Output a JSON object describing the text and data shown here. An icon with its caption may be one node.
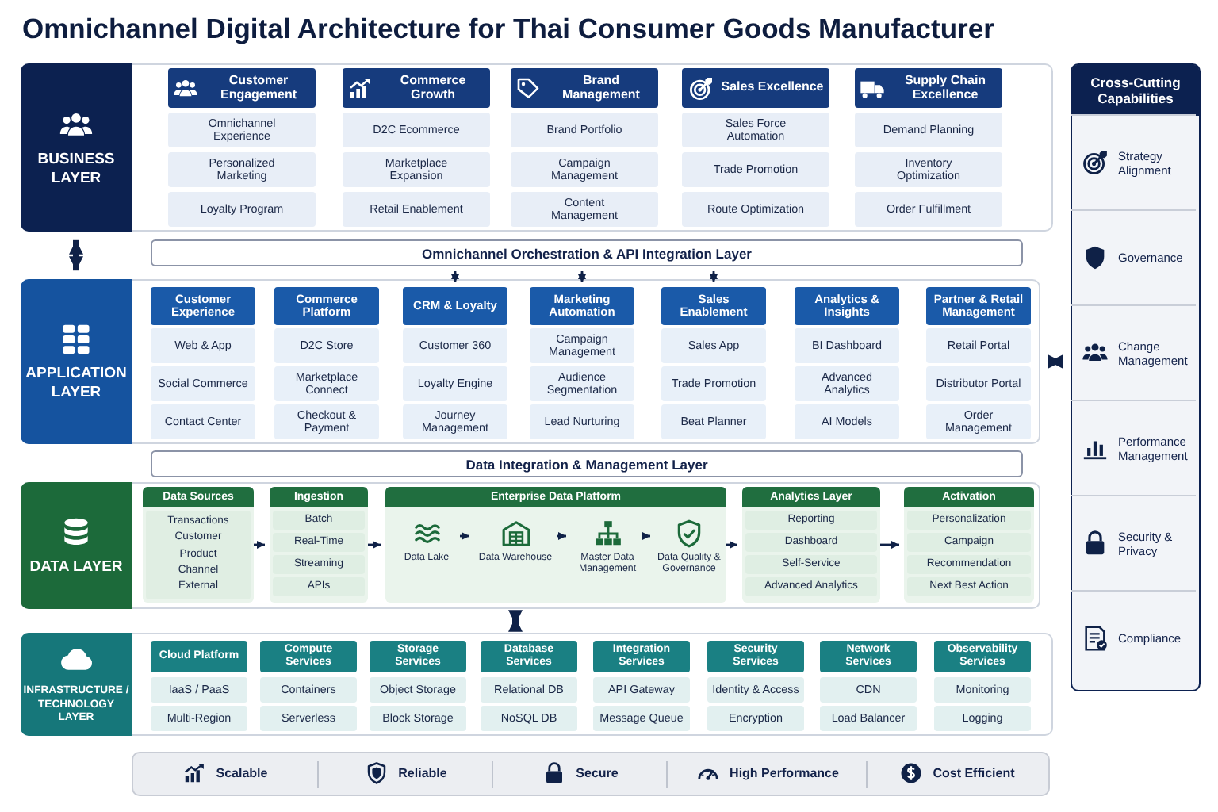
{
  "diagram": {
    "title": "Omnichannel Digital Architecture for Thai Consumer Goods Manufacturer",
    "nodes": [
      {
        "text": [
          "BUSINESS LAYER"
        ]
      },
      {
        "text": [
          "Customer Engagement"
        ],
        "in": 0
      },
      {
        "text": [
          "Omnichannel Experience"
        ],
        "in": 0
      },
      {
        "text": [
          "Personalized Marketing"
        ],
        "in": 0
      },
      {
        "text": [
          "Loyalty Program"
        ],
        "in": 0
      },
      {
        "text": [
          "Commerce Growth"
        ],
        "in": 0
      },
      {
        "text": [
          "D2C Ecommerce"
        ],
        "in": 0
      },
      {
        "text": [
          "Marketplace Expansion"
        ],
        "in": 0
      },
      {
        "text": [
          "Retail Enablement"
        ],
        "in": 0
      },
      {
        "text": [
          "Brand Management"
        ],
        "in": 0
      },
      {
        "text": [
          "Brand Portfolio"
        ],
        "in": 0
      },
      {
        "text": [
          "Campaign Management"
        ],
        "in": 0
      },
      {
        "text": [
          "Content Management"
        ],
        "in": 0
      },
      {
        "text": [
          "Sales Excellence"
        ],
        "in": 0
      },
      {
        "text": [
          "Sales Force Automation"
        ],
        "in": 0
      },
      {
        "text": [
          "Trade Promotion"
        ],
        "in": 0
      },
      {
        "text": [
          "Route Optimization"
        ],
        "in": 0
      },
      {
        "text": [
          "Supply Chain Excellence"
        ],
        "in": 0
      },
      {
        "text": [
          "Demand Planning"
        ],
        "in": 0
      },
      {
        "text": [
          "Inventory Optimization"
        ],
        "in": 0
      },
      {
        "text": [
          "Order Fulfillment"
        ],
        "in": 0
      },
      {
        "text": [
          "Omnichannel Orchestration & API Integration Layer"
        ]
      },
      {
        "text": [
          "APPLICATION LAYER"
        ]
      },
      {
        "text": [
          "Customer Experience"
        ],
        "in": 22
      },
      {
        "text": [
          "Web & App"
        ],
        "in": 22
      },
      {
        "text": [
          "Social Commerce"
        ],
        "in": 22
      },
      {
        "text": [
          "Contact Center"
        ],
        "in": 22
      },
      {
        "text": [
          "Commerce Platform"
        ],
        "in": 22
      },
      {
        "text": [
          "D2C Store"
        ],
        "in": 22
      },
      {
        "text": [
          "Marketplace Connect"
        ],
        "in": 22
      },
      {
        "text": [
          "Checkout & Payment"
        ],
        "in": 22
      },
      {
        "text": [
          "CRM & Loyalty"
        ],
        "in": 22
      },
      {
        "text": [
          "Customer 360"
        ],
        "in": 22
      },
      {
        "text": [
          "Loyalty Engine"
        ],
        "in": 22
      },
      {
        "text": [
          "Journey Management"
        ],
        "in": 22
      },
      {
        "text": [
          "Marketing Automation"
        ],
        "in": 22
      },
      {
        "text": [
          "Campaign Management"
        ],
        "in": 22
      },
      {
        "text": [
          "Audience Segmentation"
        ],
        "in": 22
      },
      {
        "text": [
          "Lead Nurturing"
        ],
        "in": 22
      },
      {
        "text": [
          "Sales Enablement"
        ],
        "in": 22
      },
      {
        "text": [
          "Sales App"
        ],
        "in": 22
      },
      {
        "text": [
          "Trade Promotion"
        ],
        "in": 22
      },
      {
        "text": [
          "Beat Planner"
        ],
        "in": 22
      },
      {
        "text": [
          "Analytics & Insights"
        ],
        "in": 22
      },
      {
        "text": [
          "BI Dashboard"
        ],
        "in": 22
      },
      {
        "text": [
          "Advanced Analytics"
        ],
        "in": 22
      },
      {
        "text": [
          "AI Models"
        ],
        "in": 22
      },
      {
        "text": [
          "Partner & Retail Management"
        ],
        "in": 22
      },
      {
        "text": [
          "Retail Portal"
        ],
        "in": 22
      },
      {
        "text": [
          "Distributor Portal"
        ],
        "in": 22
      },
      {
        "text": [
          "Order Management"
        ],
        "in": 22
      },
      {
        "text": [
          "Data Integration & Management Layer"
        ]
      },
      {
        "text": [
          "DATA LAYER"
        ]
      },
      {
        "text": [
          "Data Sources",
          "Transactions",
          "Customer",
          "Product",
          "Channel",
          "External"
        ],
        "in": 52
      },
      {
        "text": [
          "Ingestion"
        ],
        "in": 52
      },
      {
        "text": [
          "Batch"
        ],
        "in": 54
      },
      {
        "text": [
          "Real-Time"
        ],
        "in": 54
      },
      {
        "text": [
          "Streaming"
        ],
        "in": 54
      },
      {
        "text": [
          "APIs"
        ],
        "in": 54
      },
      {
        "text": [
          "Enterprise Data Platform"
        ],
        "in": 52
      },
      {
        "text": [
          "Data Lake"
        ],
        "in": 59
      },
      {
        "text": [
          "Data Warehouse"
        ],
        "in": 59
      },
      {
        "text": [
          "Master Data Management"
        ],
        "in": 59
      },
      {
        "text": [
          "Data Quality & Governance"
        ],
        "in": 59
      },
      {
        "text": [
          "Analytics Layer"
        ],
        "in": 52
      },
      {
        "text": [
          "Reporting"
        ],
        "in": 64
      },
      {
        "text": [
          "Dashboard"
        ],
        "in": 64
      },
      {
        "text": [
          "Self-Service"
        ],
        "in": 64
      },
      {
        "text": [
          "Advanced Analytics"
        ],
        "in": 64
      },
      {
        "text": [
          "Activation"
        ],
        "in": 52
      },
      {
        "text": [
          "Personalization"
        ],
        "in": 69
      },
      {
        "text": [
          "Campaign"
        ],
        "in": 69
      },
      {
        "text": [
          "Recommendation"
        ],
        "in": 69
      },
      {
        "text": [
          "Next Best Action"
        ],
        "in": 69
      },
      {
        "text": [
          "INFRASTRUCTURE / TECHNOLOGY LAYER"
        ]
      },
      {
        "text": [
          "Cloud Platform"
        ],
        "in": 74
      },
      {
        "text": [
          "IaaS / PaaS"
        ],
        "in": 74
      },
      {
        "text": [
          "Multi-Region"
        ],
        "in": 74
      },
      {
        "text": [
          "Compute Services"
        ],
        "in": 74
      },
      {
        "text": [
          "Containers"
        ],
        "in": 74
      },
      {
        "text": [
          "Serverless"
        ],
        "in": 74
      },
      {
        "text": [
          "Storage Services"
        ],
        "in": 74
      },
      {
        "text": [
          "Object Storage"
        ],
        "in": 74
      },
      {
        "text": [
          "Block Storage"
        ],
        "in": 74
      },
      {
        "text": [
          "Database Services"
        ],
        "in": 74
      },
      {
        "text": [
          "Relational DB"
        ],
        "in": 74
      },
      {
        "text": [
          "NoSQL DB"
        ],
        "in": 74
      },
      {
        "text": [
          "Integration Services"
        ],
        "in": 74
      },
      {
        "text": [
          "API Gateway"
        ],
        "in": 74
      },
      {
        "text": [
          "Message Queue"
        ],
        "in": 74
      },
      {
        "text": [
          "Security Services"
        ],
        "in": 74
      },
      {
        "text": [
          "Identity & Access"
        ],
        "in": 74
      },
      {
        "text": [
          "Encryption"
        ],
        "in": 74
      },
      {
        "text": [
          "Network Services"
        ],
        "in": 74
      },
      {
        "text": [
          "CDN"
        ],
        "in": 74
      },
      {
        "text": [
          "Load Balancer"
        ],
        "in": 74
      },
      {
        "text": [
          "Observability Services"
        ],
        "in": 74
      },
      {
        "text": [
          "Monitoring"
        ],
        "in": 74
      },
      {
        "text": [
          "Logging"
        ],
        "in": 74
      },
      {
        "text": [],
        "shape": "box"
      },
      {
        "text": [
          "Scalable"
        ],
        "in": 99
      },
      {
        "text": [
          "Reliable"
        ],
        "in": 99
      },
      {
        "text": [
          "Secure"
        ],
        "in": 99
      },
      {
        "text": [
          "High Performance"
        ],
        "in": 99
      },
      {
        "text": [
          "Cost Efficient"
        ],
        "in": 99
      },
      {
        "text": [
          "Cross-Cutting Capabilities"
        ]
      },
      {
        "text": [
          "Strategy Alignment"
        ],
        "in": 105
      },
      {
        "text": [
          "Governance"
        ],
        "in": 105
      },
      {
        "text": [
          "Change Management"
        ],
        "in": 105
      },
      {
        "text": [
          "Performance Management"
        ],
        "in": 105
      },
      {
        "text": [
          "Security & Privacy"
        ],
        "in": 105
      },
      {
        "text": [
          "Compliance"
        ],
        "in": 105
      }
    ],
    "edges": [
      {
        "from": 0,
        "to": 22,
        "arrow": "both",
        "style": "thick"
      },
      {
        "from": 21,
        "to": 31,
        "arrow": "both"
      },
      {
        "from": 21,
        "to": 35,
        "arrow": "both"
      },
      {
        "from": 21,
        "to": 39,
        "arrow": "both"
      },
      {
        "from": 22,
        "to": 105,
        "arrow": "both",
        "style": "thick"
      },
      {
        "from": 53,
        "to": 54,
        "arrow": "to"
      },
      {
        "from": 54,
        "to": 59,
        "arrow": "to"
      },
      {
        "from": 60,
        "to": 61,
        "arrow": "to"
      },
      {
        "from": 61,
        "to": 62,
        "arrow": "to"
      },
      {
        "from": 62,
        "to": 63,
        "arrow": "to"
      },
      {
        "from": 59,
        "to": 64,
        "arrow": "to"
      },
      {
        "from": 64,
        "to": 69,
        "arrow": "to"
      },
      {
        "from": 52,
        "to": 74,
        "arrow": "both",
        "style": "thick"
      }
    ]
  }
}
